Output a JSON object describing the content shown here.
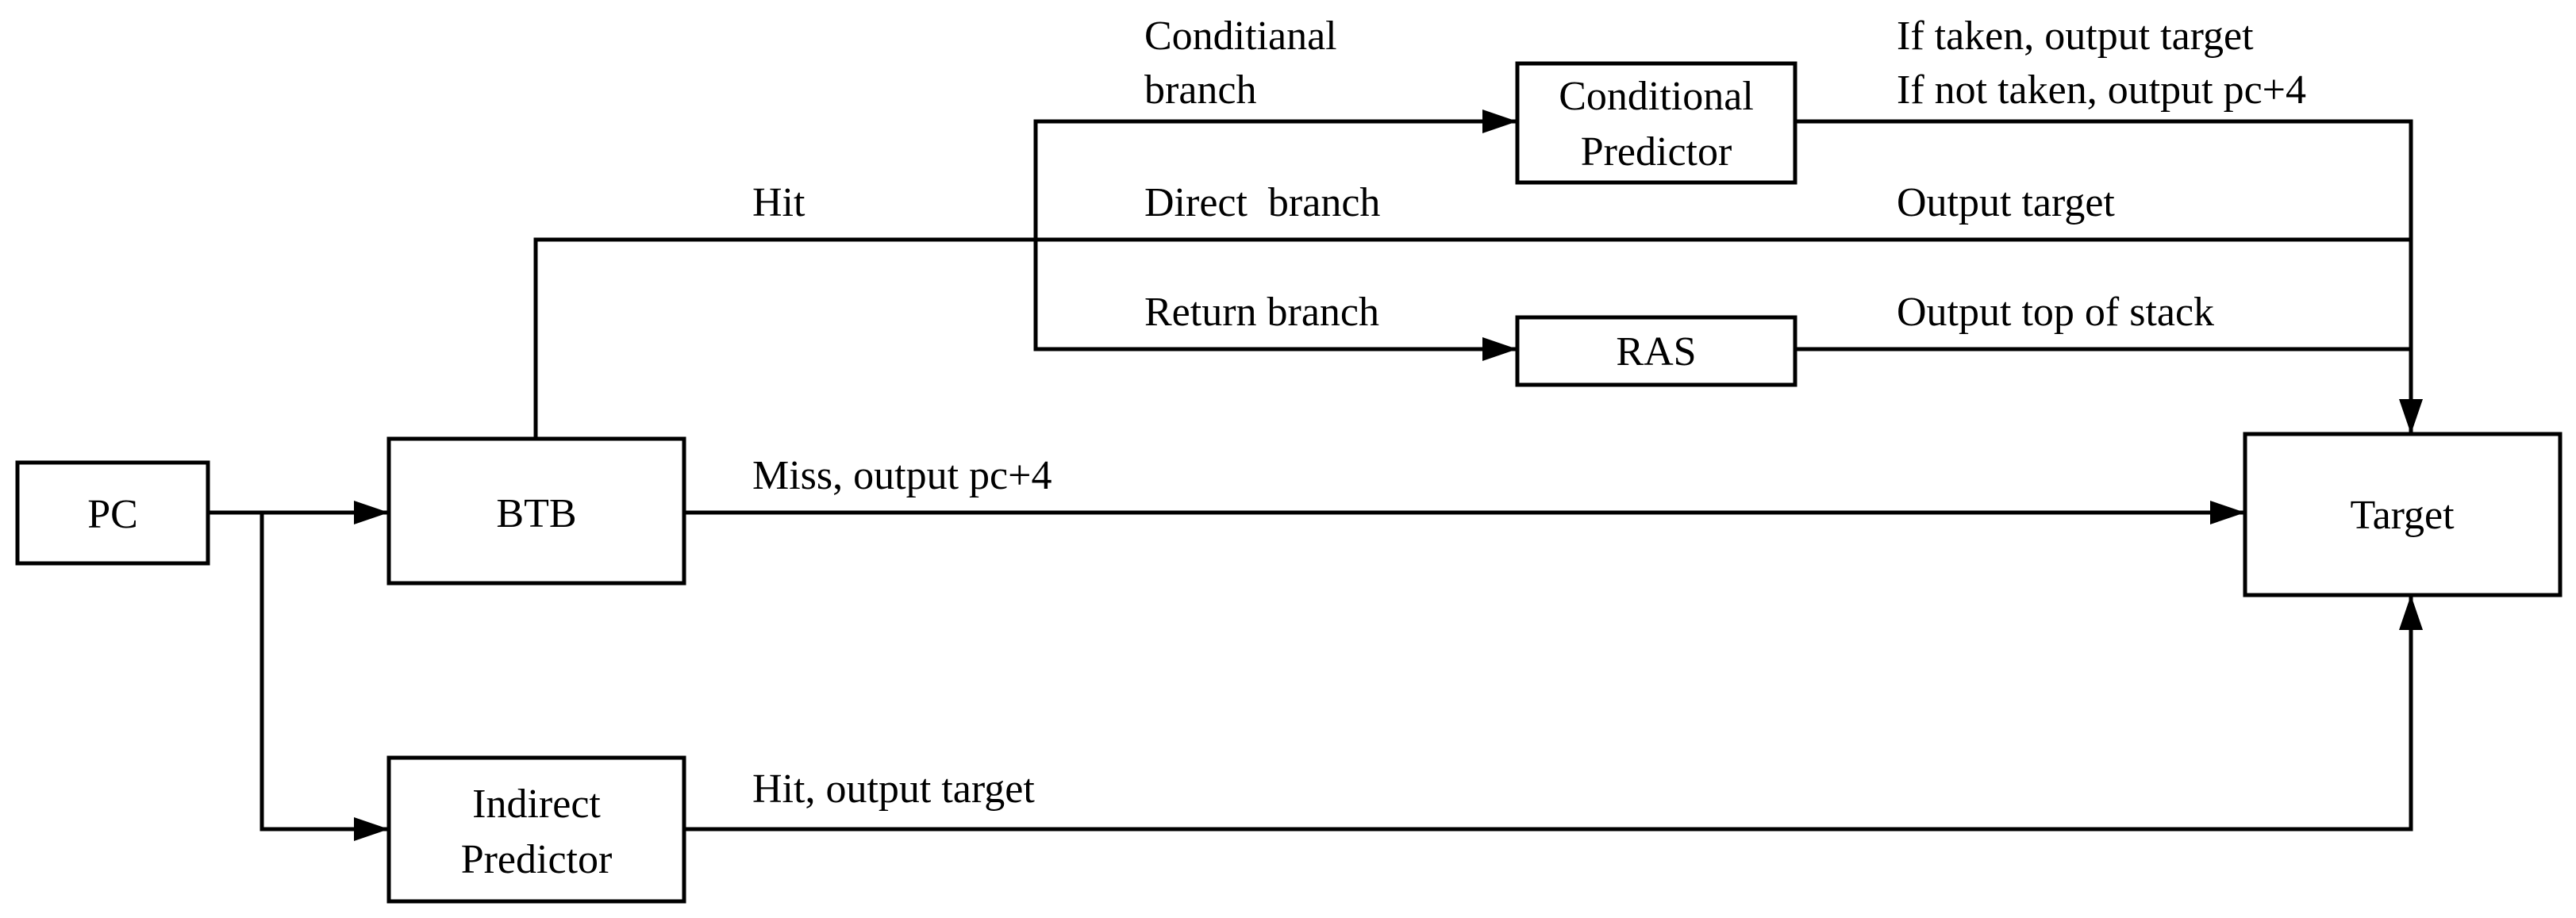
{
  "nodes": {
    "pc": "PC",
    "btb": "BTB",
    "indirect_line1": "Indirect",
    "indirect_line2": "Predictor",
    "conditional_line1": "Conditional",
    "conditional_line2": "Predictor",
    "ras": "RAS",
    "target": "Target"
  },
  "edges": {
    "hit": "Hit",
    "conditional_branch_line1": "Conditianal",
    "conditional_branch_line2": "branch",
    "direct_branch": "Direct  branch",
    "return_branch": "Return branch",
    "miss": "Miss, output pc+4",
    "indirect_hit": "Hit, output target",
    "if_taken": "If taken, output target",
    "if_not_taken": "If not taken, output pc+4",
    "output_target": "Output target",
    "output_top_of_stack": "Output top of stack"
  },
  "colors": {
    "stroke": "#000000",
    "background": "#ffffff"
  }
}
